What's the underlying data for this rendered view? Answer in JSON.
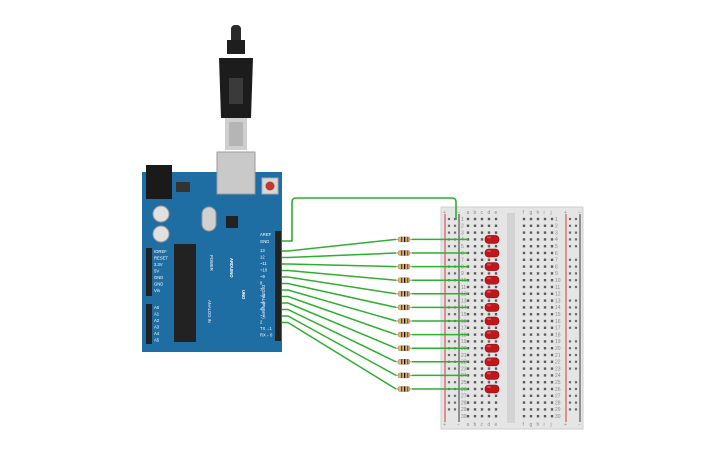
{
  "board": {
    "brand": "ARDUINO",
    "model": "UNO",
    "digital_label": "DIGITAL (PWM ~)",
    "analog_label": "ANALOG IN",
    "power_label": "POWER",
    "aref": "AREF",
    "gnd": "GND",
    "digital_pins": [
      "13",
      "12",
      "~11",
      "~10",
      "~9",
      "8",
      "7",
      "~6",
      "~5",
      "4",
      "~3",
      "2",
      "TX→1",
      "RX←0"
    ],
    "power_pins": [
      "IOREF",
      "RESET",
      "3.3V",
      "5V",
      "GND",
      "GND",
      "Vin"
    ],
    "analog_pins": [
      "A0",
      "A1",
      "A2",
      "A3",
      "A4",
      "A5"
    ]
  },
  "breadboard": {
    "column_labels_left": [
      "a",
      "b",
      "c",
      "d",
      "e"
    ],
    "column_labels_right": [
      "f",
      "g",
      "h",
      "i",
      "j"
    ],
    "rail_plus": "+",
    "rail_minus": "−",
    "row_numbers": [
      "1",
      "2",
      "3",
      "4",
      "5",
      "6",
      "7",
      "8",
      "9",
      "10",
      "11",
      "12",
      "13",
      "14",
      "15",
      "16",
      "17",
      "18",
      "19",
      "20",
      "21",
      "22",
      "23",
      "24",
      "25",
      "26",
      "27",
      "28",
      "29",
      "30"
    ]
  },
  "circuit": {
    "wire_color": "#2fae2f",
    "led_color": "#c0171d",
    "board_color": "#1f6ea3",
    "led_count": 12,
    "resistor_count": 12
  }
}
